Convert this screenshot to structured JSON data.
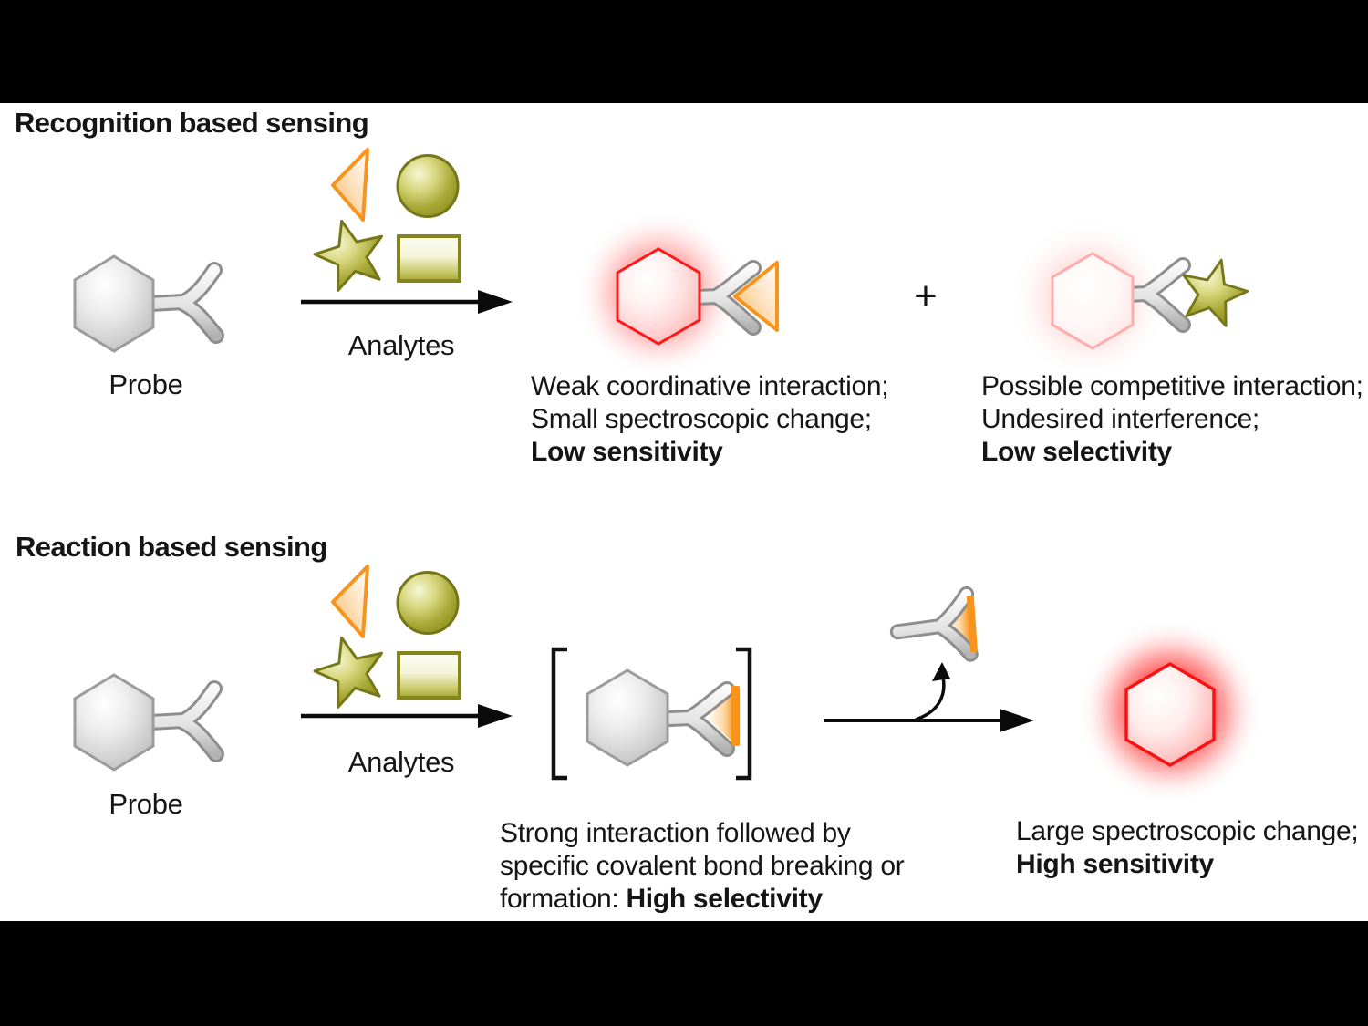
{
  "recognition": {
    "title": "Recognition based sensing",
    "probe_label": "Probe",
    "arrow_label": "Analytes",
    "plus": "+",
    "weak_outcome": {
      "line1": "Weak coordinative interaction;",
      "line2": "Small spectroscopic change;",
      "line3": "Low sensitivity"
    },
    "competitive_outcome": {
      "line1": "Possible competitive interaction;",
      "line2": "Undesired interference;",
      "line3": "Low selectivity"
    }
  },
  "reaction": {
    "title": "Reaction based sensing",
    "probe_label": "Probe",
    "arrow_label": "Analytes",
    "intermediate_outcome": {
      "line1": "Strong interaction followed by",
      "line2": "specific covalent bond breaking or",
      "line3_prefix": "formation: ",
      "line3_bold": "High selectivity"
    },
    "product_outcome": {
      "line1": "Large spectroscopic change;",
      "line2": "High sensitivity"
    }
  },
  "icons": {
    "probe": "gray-hexagon-with-y-receptor",
    "analytes": [
      "orange-triangle",
      "olive-circle",
      "olive-star",
      "olive-rectangle"
    ],
    "bound_complex": "glowing-red-hexagon-y-triangle",
    "competitive_complex": "faint-pink-hexagon-y-star",
    "intermediate": "bracketed-hexagon-covalent-triangle",
    "leaving_group": "y-fragment-with-orange-strip",
    "product": "glowing-red-hexagon"
  },
  "colors": {
    "frame": "#000000",
    "background": "#ffffff",
    "text": "#151515",
    "orange": "#F7941E",
    "olive": "#9B9B33",
    "olive_dark": "#76761A",
    "gray_probe": "#C6C6C6",
    "gray_outline": "#9C9C9C",
    "red_strong": "#FF1414",
    "pink_faint": "#FFACAC",
    "glow_red": "#FF0000",
    "glow_pink": "#FF8585"
  }
}
